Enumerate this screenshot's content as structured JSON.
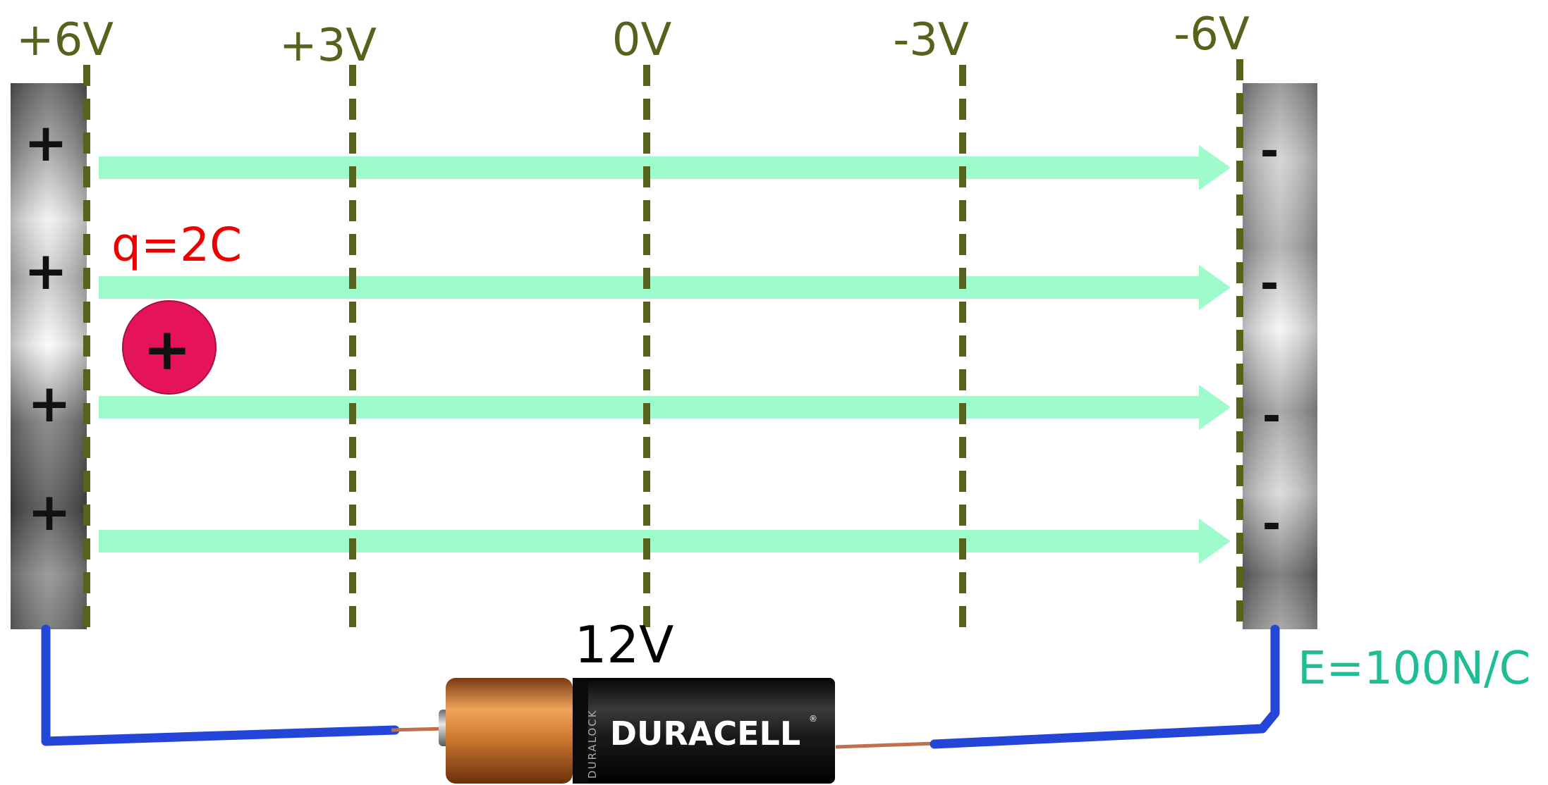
{
  "equipotentials": [
    {
      "label": "+6V"
    },
    {
      "label": "+3V"
    },
    {
      "label": "0V"
    },
    {
      "label": "-3V"
    },
    {
      "label": "-6V"
    }
  ],
  "left_plate": {
    "sign": "+",
    "count": 4
  },
  "right_plate": {
    "sign": "-",
    "count": 4
  },
  "field_lines": {
    "count": 4
  },
  "charge": {
    "label": "q=2C",
    "sign": "+"
  },
  "battery": {
    "voltage": "12V",
    "brand": "DURACELL",
    "side_text": "DURALOCK"
  },
  "field": {
    "label": "E=100N/C"
  },
  "colors": {
    "equipotential": "#56631c",
    "field_arrow": "#9dfbcc",
    "charge_fill": "#e4135a",
    "charge_label": "#ee0000",
    "field_label": "#1fbd94",
    "wire": "#2346d8",
    "copper": "#c0704b",
    "battery_copper": "#c9782f",
    "battery_black": "#141414"
  }
}
